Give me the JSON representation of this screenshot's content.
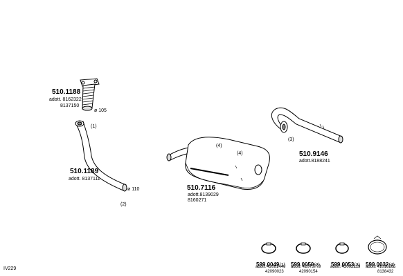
{
  "diagram_code": "IV229",
  "parts": [
    {
      "pn": "510.1188",
      "refs": [
        "adott. 8162322",
        "8137150"
      ],
      "diameter": "ø 105"
    },
    {
      "pn": "510.1189",
      "refs": [
        "adott. 8137111"
      ],
      "callouts": [
        "(1)",
        "(2)"
      ],
      "diameter": "ø 110"
    },
    {
      "pn": "510.7116",
      "refs": [
        "adott.8139029",
        "8160271"
      ],
      "callouts": [
        "(4)",
        "(4)"
      ]
    },
    {
      "pn": "510.9146",
      "refs": [
        "adott.8188241"
      ],
      "callouts": [
        "(3)"
      ]
    }
  ],
  "clamps": [
    {
      "pn": "599.0049",
      "tag": "(1)",
      "refs": [
        "adott. 42081440",
        "42090023"
      ]
    },
    {
      "pn": "599.0050",
      "tag": "(2)",
      "refs": [
        "adott. 42075779",
        "42090154"
      ]
    },
    {
      "pn": "599.0053",
      "tag": "(3)",
      "refs": [
        "adott. 42092219"
      ]
    },
    {
      "pn": "599.0032",
      "tag": "(4)",
      "refs": [
        "adott. 41016565",
        "8138432"
      ]
    }
  ]
}
